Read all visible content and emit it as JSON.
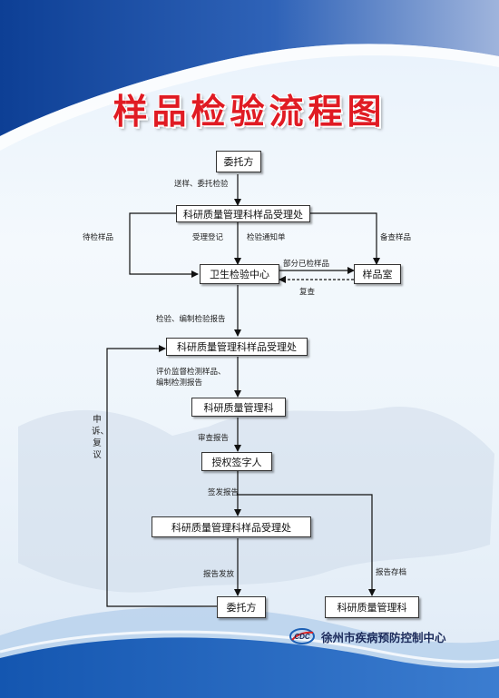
{
  "title": "样品检验流程图",
  "organization": "徐州市疾病预防控制中心",
  "logo_text": "CDC",
  "colors": {
    "title_red": "#e01b23",
    "top_band": "#1a4fa3",
    "bottom_band": "#1a5bb0",
    "org_text": "#1b2a5a"
  },
  "nodes": {
    "client_top": "委托方",
    "office_1": "科研质量管理科样品受理处",
    "lab": "卫生检验中心",
    "sample_room": "样品室",
    "office_2": "科研质量管理科样品受理处",
    "qa_dept": "科研质量管理科",
    "signatory": "授权签字人",
    "office_3": "科研质量管理科样品受理处",
    "client_bottom": "委托方",
    "qa_dept_archive": "科研质量管理科"
  },
  "edge_labels": {
    "send_sample": "送样、委托检验",
    "pending_sample": "待检样品",
    "register": "受理登记",
    "notice": "检验通知单",
    "backup_sample": "备查样品",
    "partial_tested": "部分已检样品",
    "recheck": "复查",
    "inspect_report": "检验、编制检验报告",
    "evaluate": "评价监督检测样品、\n编制检测报告",
    "review_report": "审查报告",
    "issue_report": "签发报告",
    "report_delivery": "报告发放",
    "report_archive": "报告存档",
    "appeal": "申诉、复议"
  }
}
